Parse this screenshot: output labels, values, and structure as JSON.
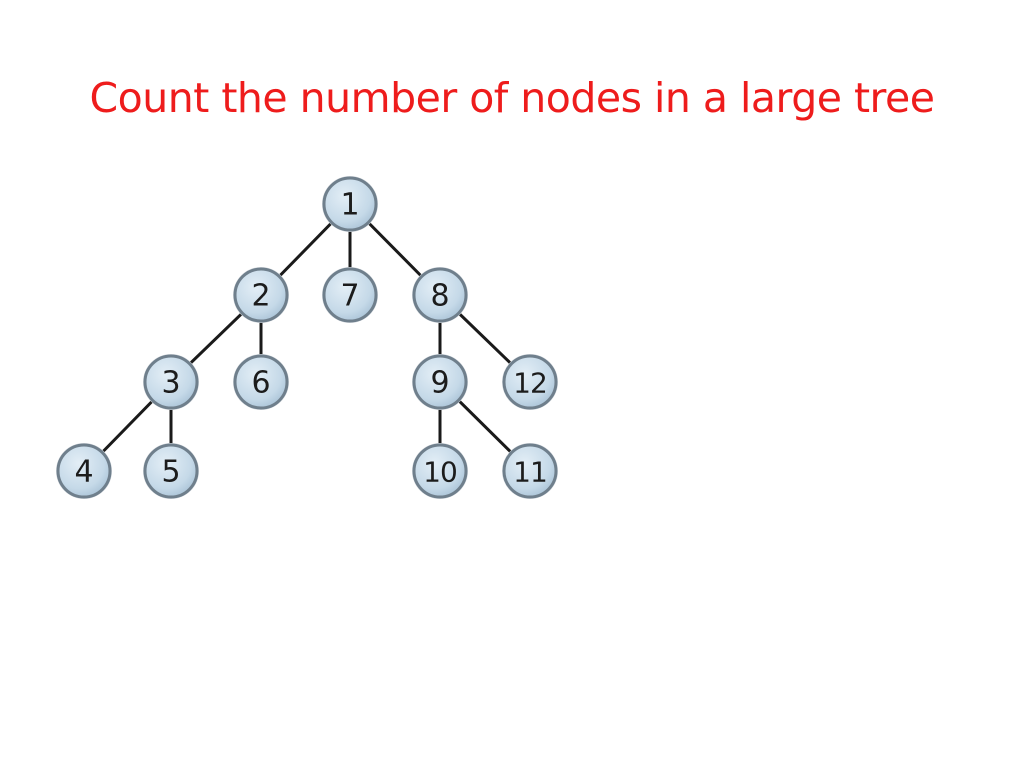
{
  "slide": {
    "title": "Count the number of nodes in a large tree",
    "title_color": "#ee1c1c"
  },
  "tree": {
    "node_fill": "#c5d9e8",
    "node_border": "#6f7f8c",
    "edge_color": "#1a1a1a",
    "nodes": [
      {
        "id": "1",
        "label": "1",
        "parent": null
      },
      {
        "id": "2",
        "label": "2",
        "parent": "1"
      },
      {
        "id": "7",
        "label": "7",
        "parent": "1"
      },
      {
        "id": "8",
        "label": "8",
        "parent": "1"
      },
      {
        "id": "3",
        "label": "3",
        "parent": "2"
      },
      {
        "id": "6",
        "label": "6",
        "parent": "2"
      },
      {
        "id": "4",
        "label": "4",
        "parent": "3"
      },
      {
        "id": "5",
        "label": "5",
        "parent": "3"
      },
      {
        "id": "9",
        "label": "9",
        "parent": "8"
      },
      {
        "id": "12",
        "label": "12",
        "parent": "8"
      },
      {
        "id": "10",
        "label": "10",
        "parent": "9"
      },
      {
        "id": "11",
        "label": "11",
        "parent": "9"
      }
    ]
  }
}
